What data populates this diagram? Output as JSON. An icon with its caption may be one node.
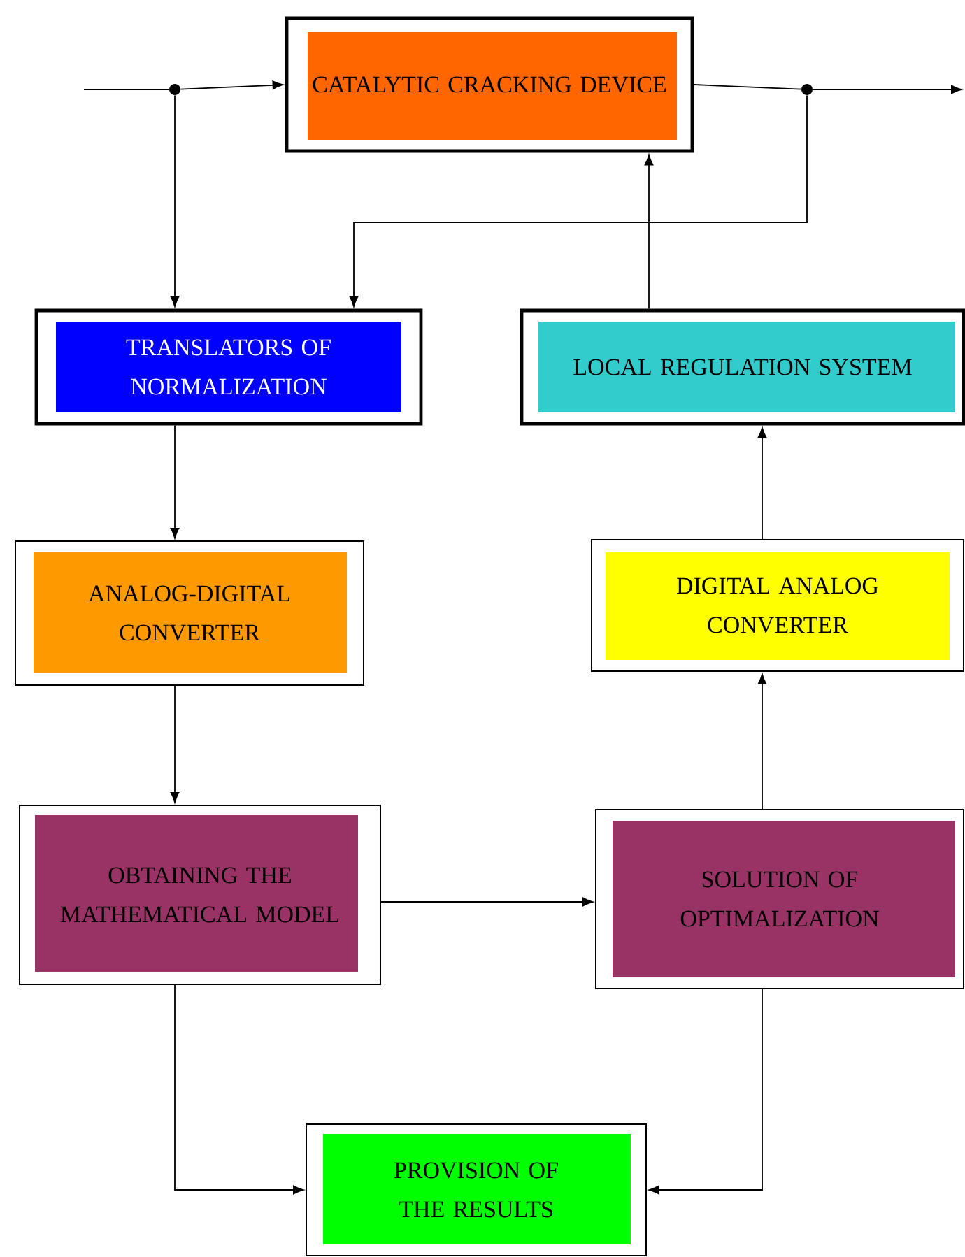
{
  "diagram": {
    "nodes": [
      {
        "text": [
          "CATALYTIC CRACKING DEVICE"
        ]
      },
      {
        "text": [
          "TRANSLATORS OF NORMALIZATION"
        ]
      },
      {
        "text": [
          "LOCAL REGULATION SYSTEM"
        ]
      },
      {
        "text": [
          "ANALOG-DIGITAL CONVERTER"
        ]
      },
      {
        "text": [
          "DIGITAL ANALOG CONVERTER"
        ]
      },
      {
        "text": [
          "OBTAINING THE MATHEMATICAL MODEL"
        ]
      },
      {
        "text": [
          "SOLUTION OF OPTIMALIZATION"
        ]
      },
      {
        "text": [
          "PROVISION OF THE RESULTS"
        ]
      },
      {
        "text": [],
        "shape": "circle"
      },
      {
        "text": [],
        "shape": "circle"
      }
    ],
    "edges": [
      {
        "from": null,
        "to": 8,
        "arrow": "none"
      },
      {
        "from": 8,
        "to": 0,
        "arrow": "to"
      },
      {
        "from": 8,
        "to": 1,
        "arrow": "to"
      },
      {
        "from": 0,
        "to": 9,
        "arrow": "none"
      },
      {
        "from": 9,
        "to": null,
        "arrow": "to"
      },
      {
        "from": 9,
        "to": 1,
        "arrow": "to"
      },
      {
        "from": 2,
        "to": 0,
        "arrow": "to"
      },
      {
        "from": 1,
        "to": 3,
        "arrow": "to"
      },
      {
        "from": 3,
        "to": 5,
        "arrow": "to"
      },
      {
        "from": 5,
        "to": 6,
        "arrow": "to"
      },
      {
        "from": 6,
        "to": 4,
        "arrow": "to"
      },
      {
        "from": 4,
        "to": 2,
        "arrow": "to"
      },
      {
        "from": 5,
        "to": 7,
        "arrow": "to"
      },
      {
        "from": 6,
        "to": 7,
        "arrow": "to"
      }
    ]
  }
}
